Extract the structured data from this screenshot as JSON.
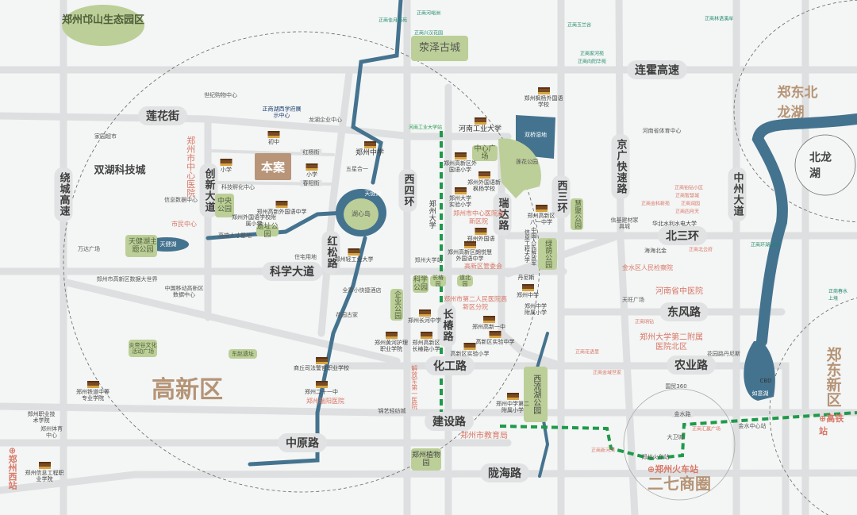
{
  "colors": {
    "background": "#f4f5f5",
    "road": "#dedfe0",
    "water": "#44738f",
    "park": "#bccf98",
    "district_text": "#b59476",
    "hospital": "#d77766",
    "zhengshang": "#1f8a6b",
    "metro": "#1e9a4a"
  },
  "project": "本案",
  "districts": {
    "mangshan": "郑州邙山生态园区",
    "shuanghu": "双湖科技城",
    "gaoxin": "高新区",
    "beilonghu_area": "郑东北龙湖",
    "beilonghu": "北龙湖",
    "zhengdong": "郑东新区",
    "erqi": "二七商圈"
  },
  "roads": {
    "lianhuo": "连霍高速",
    "lianhua": "莲花街",
    "beisanhuan": "北三环",
    "kexue": "科学大道",
    "dongfeng": "东风路",
    "huagong": "化工路",
    "nongye": "农业路",
    "jianshe": "建设路",
    "zhongyuan": "中原路",
    "longhai": "陇海路",
    "raocheng": "绕城高速",
    "chuangxin": "创新大道",
    "hongsong": "红松路",
    "xisihuan": "西四环",
    "ruida": "瑞达路",
    "xisanhuan": "西三环",
    "jingguang": "京广快速路",
    "zhongzhou": "中州大道",
    "changchun": "长椿路",
    "hongyang": "红杨街",
    "chunyang": "春阳街",
    "jinshui": "金水路"
  },
  "parks": {
    "xingze": "荥泽古城",
    "zhongxin": "中心广场",
    "huxin": "湖心岛",
    "tianjian": "天健湖主题公园",
    "zhongyang": "中央公园",
    "yizhi": "遗址公园",
    "kexue": "科学公园",
    "changchun": "长椿园",
    "daobei": "道北园",
    "qiye": "企业公园",
    "huiji": "慧聚公园",
    "lvyin": "绿荫公园",
    "lianhua": "莲花公园",
    "xiliuhu": "西流湖公园",
    "zhiwuyuan": "郑州植物园",
    "yandi": "炎帝谷文化活动广场",
    "dongzhao": "东赵遗址",
    "shuangqiao": "双桥湿地",
    "tianjianhu": "天健湖",
    "tianjianhu2": "天健湖",
    "cbd": "CBD",
    "ruyi": "如意湖"
  },
  "schools": {
    "zzzx": "郑州中学",
    "hngydx": "河南工业大学",
    "zzdx": "郑州大学",
    "qzhong": "初中",
    "xiaoxue1": "小学",
    "xiaoxue2": "小学",
    "gxwgy": "郑州高新外国语中学",
    "wgyfx": "郑州外国语学校附属小学",
    "qgdx": "郑州轻工业大学",
    "fengyang": "郑州枫杨外国语学校",
    "gxwgyxx": "郑州高新区外国语小学",
    "xinfeng": "郑州外国语新枫杨学校",
    "zdsy": "郑州大学实验小学",
    "zzwgy": "郑州外国语",
    "yuexin": "郑州高新区朗悦慧外国语中学",
    "bayi": "郑州高新区八一中学",
    "jiefangjun": "中国人民解放军信息工程大学",
    "zzzx2": "郑州中学",
    "zzzxfx": "郑州中学附属小学",
    "changxi": "郑州长河中学",
    "changchunxx": "郑州高新区长椿路小学",
    "huanghe": "郑州黄河护理职业学院",
    "gxyz": "郑州高新一中",
    "gxsyzx": "高新区实验中学",
    "gxsyxx": "高新区实验小学",
    "shangqiu": "商丘司法警官职业学校",
    "ershiyi": "郑州二十一中",
    "zzzx_dier": "郑州中学第二附属小学",
    "tiedao": "郑州铁道中等专业学院",
    "zhiye": "郑州职业技术学院",
    "xinxi": "郑州信息工程职业学院",
    "bxhs": "华北水利水电大学"
  },
  "pois": {
    "shijigou": "世纪购物中心",
    "zhanshi": "正商湖西学府展示中心",
    "longhu": "龙湖企业中心",
    "wuxing": "五星合一",
    "keji": "科技孵化中心",
    "xinxi": "信息数据中心",
    "shimin": "市民中心",
    "rencai": "高端人才基地",
    "yidong": "中国移动高新区数据中心",
    "zhuzhai": "住宅用地",
    "dashuju": "郑州市高新区数据大世界",
    "jinshui": "全季小快捷酒店",
    "huayuan": "花园古家",
    "jingyi": "锦艺轻纺城",
    "danni": "丹尼斯",
    "xinji": "信基建材家具城",
    "haihai": "海海北金",
    "tianwang": "天旺广场",
    "huayuanlu": "花园路丹尼斯",
    "guomao": "国贸360",
    "dawei": "大卫城",
    "fubo": "郑州体育中心",
    "sanlian": "河南省体育中心",
    "jiaxiang": "家园超市",
    "wanda": "万达广场"
  },
  "hospitals": {
    "zzzx": "郑州市中心医院",
    "zxgx": "郑州市中心医院高新区院",
    "gxgw": "高新区管委会",
    "dier": "郑州市第二人民医院高新区分院",
    "ruiyang": "郑州瑞阳医院",
    "jiefangjun": "解放军第一医院",
    "zhongyi": "河南省中医院",
    "zdef": "郑州大学第二附属医院北区",
    "jinshui": "金水区人民检察院",
    "jiaoyu": "郑州市教育局"
  },
  "zhengshang": {
    "a": "正商佳月南苑",
    "b": "正商河峪洲",
    "c": "正商兴汉花园",
    "d": "正商玉兰谷",
    "e": "正商家河苑",
    "f": "正商向阳华苑",
    "g": "正商林语溪岸",
    "h": "正商铂钻小区",
    "i": "正商智慧城",
    "j": "正商金科新苑",
    "k": "正商润园",
    "l": "正商四月天",
    "m": "正商北云府",
    "n": "正商环湖上境",
    "o": "正商春水上境",
    "p": "正商明钻",
    "q": "正商金域世家",
    "r": "正商汇赢广场",
    "s": "正商新河湾",
    "t": "正商花语里"
  },
  "transit": {
    "hngydx": "河南工业大学站",
    "zzdxz": "郑州大学站",
    "zzhcz": "郑州火车站",
    "zzhcz_metro": "郑州火车站",
    "gaotie": "高铁站",
    "xizhan": "郑州西站",
    "jincheng": "金水中心站"
  }
}
